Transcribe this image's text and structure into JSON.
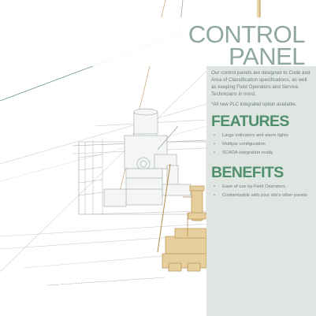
{
  "title": {
    "line1": "CONTROL",
    "line2": "PANEL"
  },
  "intro": "Our control panels are designed to Code and Area of Classification specifications, as well as keeping Field Operators and Service Technicians in mind.",
  "note": "*All new PLC integrated option available.",
  "features": {
    "heading": "FEATURES",
    "items": [
      "Large indicators and alarm lights",
      "Multiple configuration",
      "SCADA integration ready"
    ]
  },
  "benefits": {
    "heading": "BENEFITS",
    "items": [
      "Ease of use by Field Operators",
      "Customizable with your site's other panels"
    ]
  },
  "colors": {
    "heading": "#4f8f6b",
    "title": "#8fa7a0",
    "panel": "#dfe6e2",
    "body_text": "#6e7d78",
    "equipment": "#e6cf9c"
  }
}
